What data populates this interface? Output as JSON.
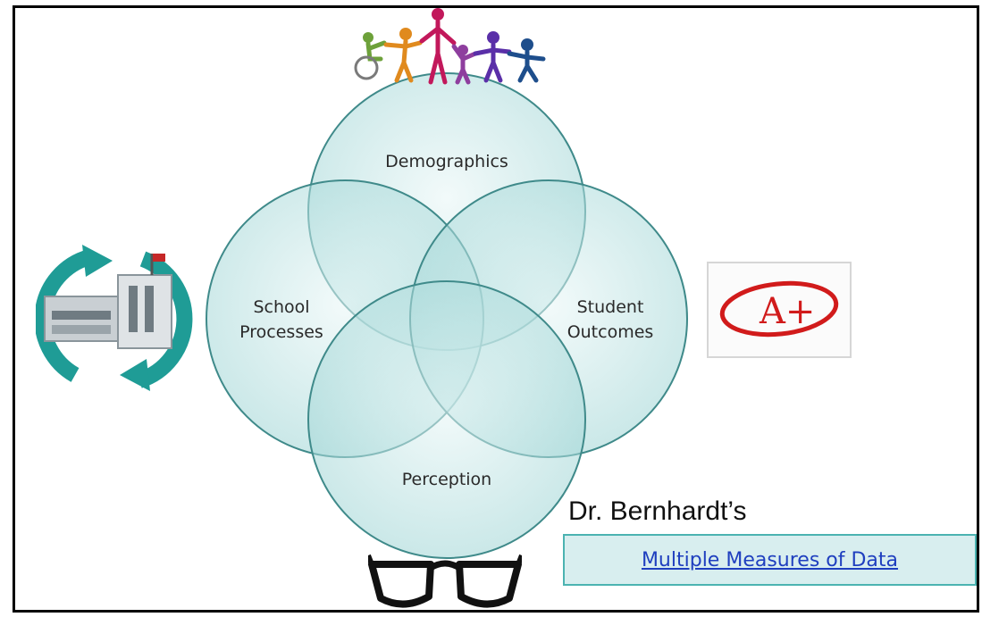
{
  "colors": {
    "circle_fill": "#a9dcdc",
    "circle_stroke": "#3f8a8a",
    "accent_teal": "#1f9c96",
    "link_color": "#1f3fbf",
    "grade_red": "#d11b1b"
  },
  "circles": [
    {
      "id": "demographics",
      "label": "Demographics"
    },
    {
      "id": "school-processes",
      "label": "School\nProcesses"
    },
    {
      "id": "student-outcomes",
      "label": "Student\nOutcomes"
    },
    {
      "id": "perception",
      "label": "Perception"
    }
  ],
  "icons": {
    "top": "people-holding-hands-icon",
    "left": "school-cycle-icon",
    "right": "a-plus-grade-icon",
    "bottom": "eyeglasses-icon"
  },
  "grade_text": "A+",
  "attribution": "Dr. Bernhardt’s",
  "link_text": "Multiple Measures of Data"
}
